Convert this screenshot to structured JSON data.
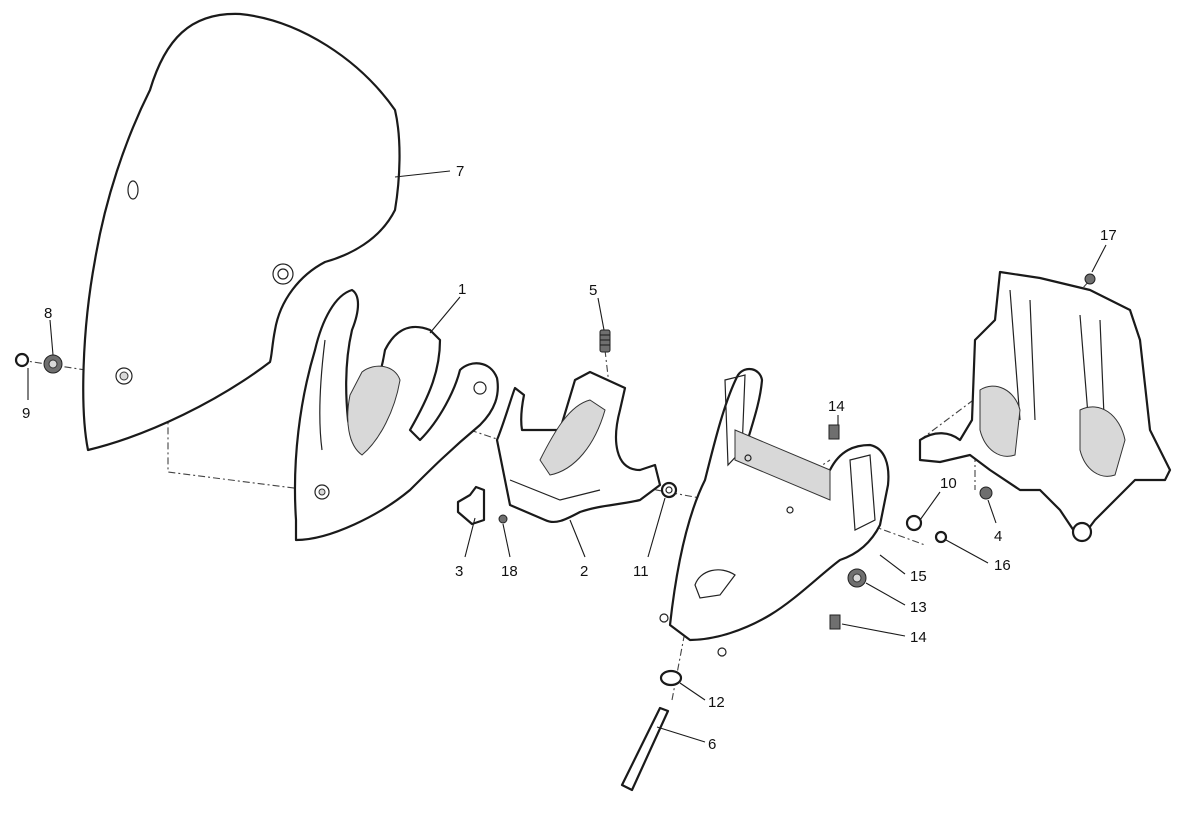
{
  "callouts": [
    {
      "id": "c1",
      "label": "1"
    },
    {
      "id": "c2",
      "label": "2"
    },
    {
      "id": "c3",
      "label": "3"
    },
    {
      "id": "c4",
      "label": "4"
    },
    {
      "id": "c5",
      "label": "5"
    },
    {
      "id": "c6",
      "label": "6"
    },
    {
      "id": "c7",
      "label": "7"
    },
    {
      "id": "c8",
      "label": "8"
    },
    {
      "id": "c9",
      "label": "9"
    },
    {
      "id": "c10",
      "label": "10"
    },
    {
      "id": "c11",
      "label": "11"
    },
    {
      "id": "c12",
      "label": "12"
    },
    {
      "id": "c13",
      "label": "13"
    },
    {
      "id": "c14a",
      "label": "14"
    },
    {
      "id": "c14b",
      "label": "14"
    },
    {
      "id": "c15",
      "label": "15"
    },
    {
      "id": "c16",
      "label": "16"
    },
    {
      "id": "c17",
      "label": "17"
    },
    {
      "id": "c18",
      "label": "18"
    }
  ]
}
